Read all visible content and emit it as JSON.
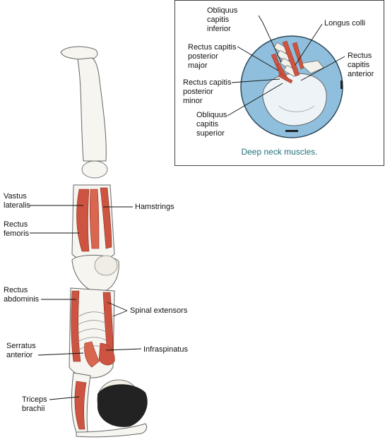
{
  "inset": {
    "caption": "Deep neck muscles.",
    "labels": {
      "obliquus_capitis_inferior": "Obliquus\ncapitis\ninferior",
      "longus_colli": "Longus colli",
      "rectus_capitis_posterior_major": "Rectus capitis\nposterior\nmajor",
      "rectus_capitis_anterior": "Rectus\ncapitis\nanterior",
      "rectus_capitis_posterior_minor": "Rectus capitis\nposterior\nminor",
      "obliquus_capitis_superior": "Obliquus\ncapitis\nsuperior"
    }
  },
  "figure": {
    "labels": {
      "vastus_lateralis": "Vastus\nlateralis",
      "hamstrings": "Hamstrings",
      "rectus_femoris": "Rectus\nfemoris",
      "rectus_abdominis": "Rectus\nabdominis",
      "spinal_extensors": "Spinal extensors",
      "serratus_anterior": "Serratus\nanterior",
      "infraspinatus": "Infraspinatus",
      "triceps_brachii": "Triceps\nbrachii"
    }
  },
  "colors": {
    "muscle": "#cc5440",
    "muscle_light": "#e58a76",
    "bone": "#f3f1ea",
    "outline": "#555555",
    "inset_circle": "#8fbfdc",
    "caption": "#1f6f7a",
    "hair": "#222222"
  }
}
